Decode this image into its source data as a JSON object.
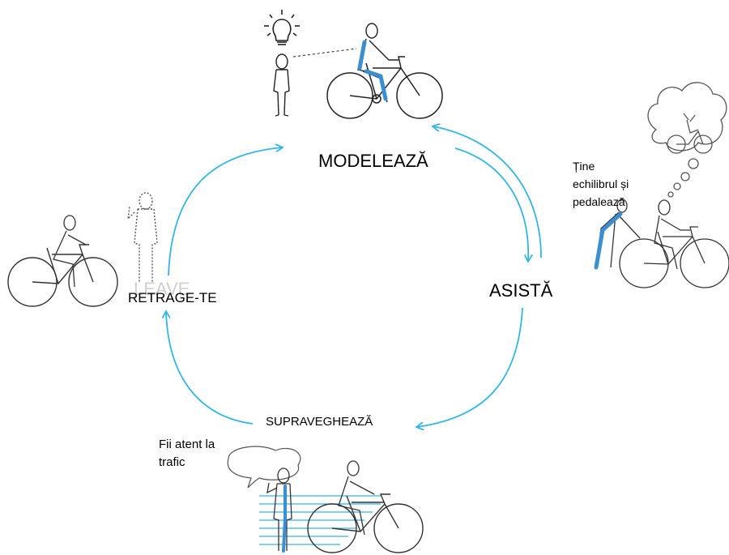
{
  "colors": {
    "arrow": "#33b5e5",
    "figure_accent": "#3b8fd0",
    "ink": "#222222"
  },
  "stages": {
    "model": "MODELEAZĂ",
    "assist": "ASISTĂ",
    "supervise": "SUPRAVEGHEAZĂ",
    "withdraw": "RETRAGE-TE"
  },
  "notes": {
    "assist_lines": [
      "Ține",
      "echilibrul și",
      "pedalează"
    ],
    "supervise_lines": [
      "Fii atent la",
      "trafic"
    ]
  },
  "icons": [
    "lightbulb-icon",
    "bicycle-icon",
    "person-icon",
    "thought-bubble-icon",
    "speech-bubble-icon"
  ]
}
